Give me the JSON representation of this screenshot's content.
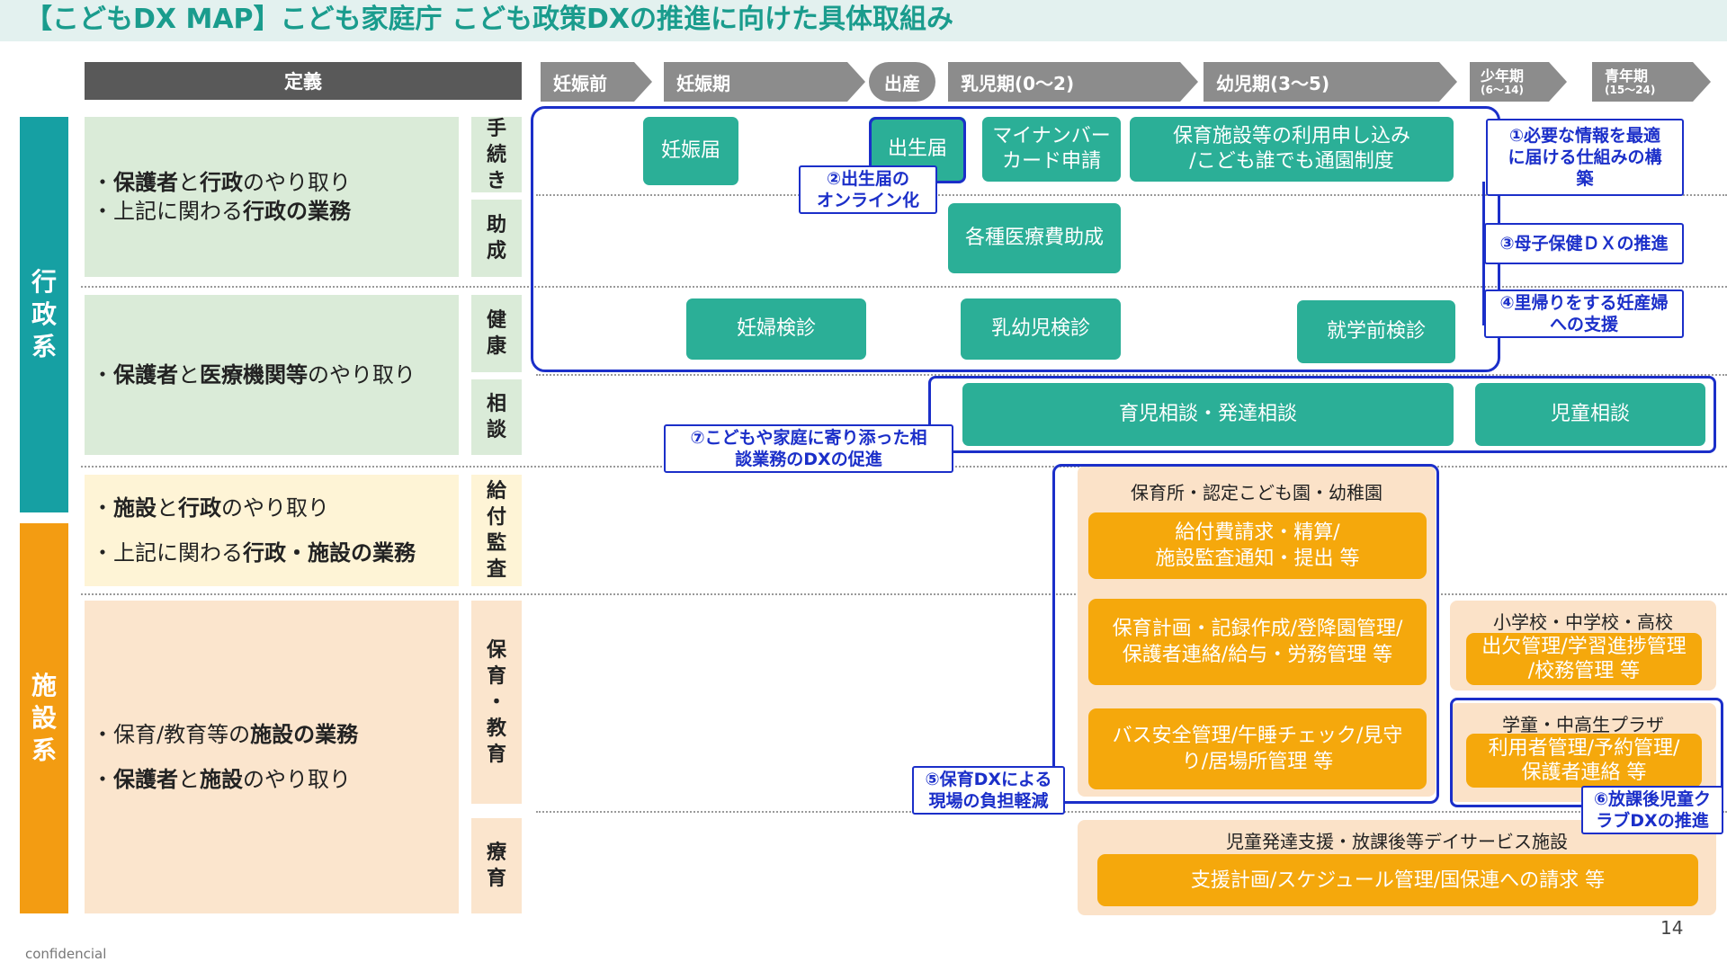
{
  "title": "【こどもDX MAP】こども家庭庁 こども政策DXの推進に向けた具体取組み",
  "header": {
    "definition": "定義",
    "stages": {
      "pre": "妊娠前",
      "preg": "妊娠期",
      "birth": "出産",
      "infant": "乳児期(0～2)",
      "toddler": "幼児期(3～5)",
      "youth_name": "少年期",
      "youth_range": "(6～14)",
      "teen_name": "青年期",
      "teen_range": "(15～24)"
    }
  },
  "side": {
    "gyosei": "行政系",
    "shisetsu": "施設系"
  },
  "rows": {
    "r1": {
      "line1_pre": "・",
      "line1_b1": "保護者",
      "line1_m": "と",
      "line1_b2": "行政",
      "line1_post": "のやり取り",
      "line2_pre": "・上記に関わる",
      "line2_b": "行政の業務"
    },
    "r2": {
      "pre": "・",
      "b1": "保護者",
      "m": "と",
      "b2": "医療機関等",
      "post": "のやり取り"
    },
    "r3": {
      "line1_pre": "・",
      "line1_b1": "施設",
      "line1_m": "と",
      "line1_b2": "行政",
      "line1_post": "のやり取り",
      "line2_pre": "・上記に関わる",
      "line2_b": "行政・施設の業務"
    },
    "r4": {
      "line1_pre": "・保育/教育等の",
      "line1_b": "施設の業務",
      "line2_pre": "・",
      "line2_b1": "保護者",
      "line2_m": "と",
      "line2_b2": "施設",
      "line2_post": "のやり取り"
    }
  },
  "categories": {
    "tetsuzuki": "手\n続\nき",
    "josei": "助\n成",
    "kenko": "健\n康",
    "sodan": "相\n談",
    "kyufu": "給\n付\n監\n査",
    "hoiku": "保\n育\n・\n教\n育",
    "ryoiku": "療\n育"
  },
  "boxes": {
    "ninshin_todoke": "妊娠届",
    "shussei_todoke": "出生届",
    "mynumber": "マイナンバー\nカード申請",
    "hoiku_moushikomi": "保育施設等の利用申し込み\n/こども誰でも通園制度",
    "iryohi": "各種医療費助成",
    "ninpu_kenshin": "妊婦検診",
    "nyuyoji_kenshin": "乳幼児検診",
    "shugaku_kenshin": "就学前検診",
    "ikuji_sodan": "育児相談・発達相談",
    "jido_sodan": "児童相談",
    "hoikusho_label": "保育所・認定こども園・幼稚園",
    "kyufuhi": "給付費請求・精算/\n施設監査通知・提出 等",
    "hoiku_keikaku": "保育計画・記録作成/登降園管理/\n保護者連絡/給与・労務管理 等",
    "bus": "バス安全管理/午睡チェック/見守\nり/居場所管理 等",
    "school_label": "小学校・中学校・高校",
    "school_box": "出欠管理/学習進捗管理\n/校務管理 等",
    "gakudo_label": "学童・中高生プラザ",
    "gakudo_box": "利用者管理/予約管理/\n保護者連絡 等",
    "ryoiku_label": "児童発達支援・放課後等デイサービス施設",
    "ryoiku_box": "支援計画/スケジュール管理/国保連への請求 等"
  },
  "callouts": {
    "c1": "①必要な情報を最適\nに届ける仕組みの構\n築",
    "c2": "②出生届の\nオンライン化",
    "c3": "③母子保健ＤＸの推進",
    "c4": "④里帰りをする妊産婦\nへの支援",
    "c5": "⑤保育DXによる\n現場の負担軽減",
    "c6": "⑥放課後児童ク\nラブDXの推進",
    "c7": "⑦こどもや家庭に寄り添った相\n談業務のDXの促進"
  },
  "footer": {
    "page": "14",
    "confidential": "confidencial"
  },
  "colors": {
    "teal": "#16a0a3",
    "green_box": "#2baf97",
    "orange": "#f39c12",
    "callout_blue": "#1b2fc9"
  }
}
